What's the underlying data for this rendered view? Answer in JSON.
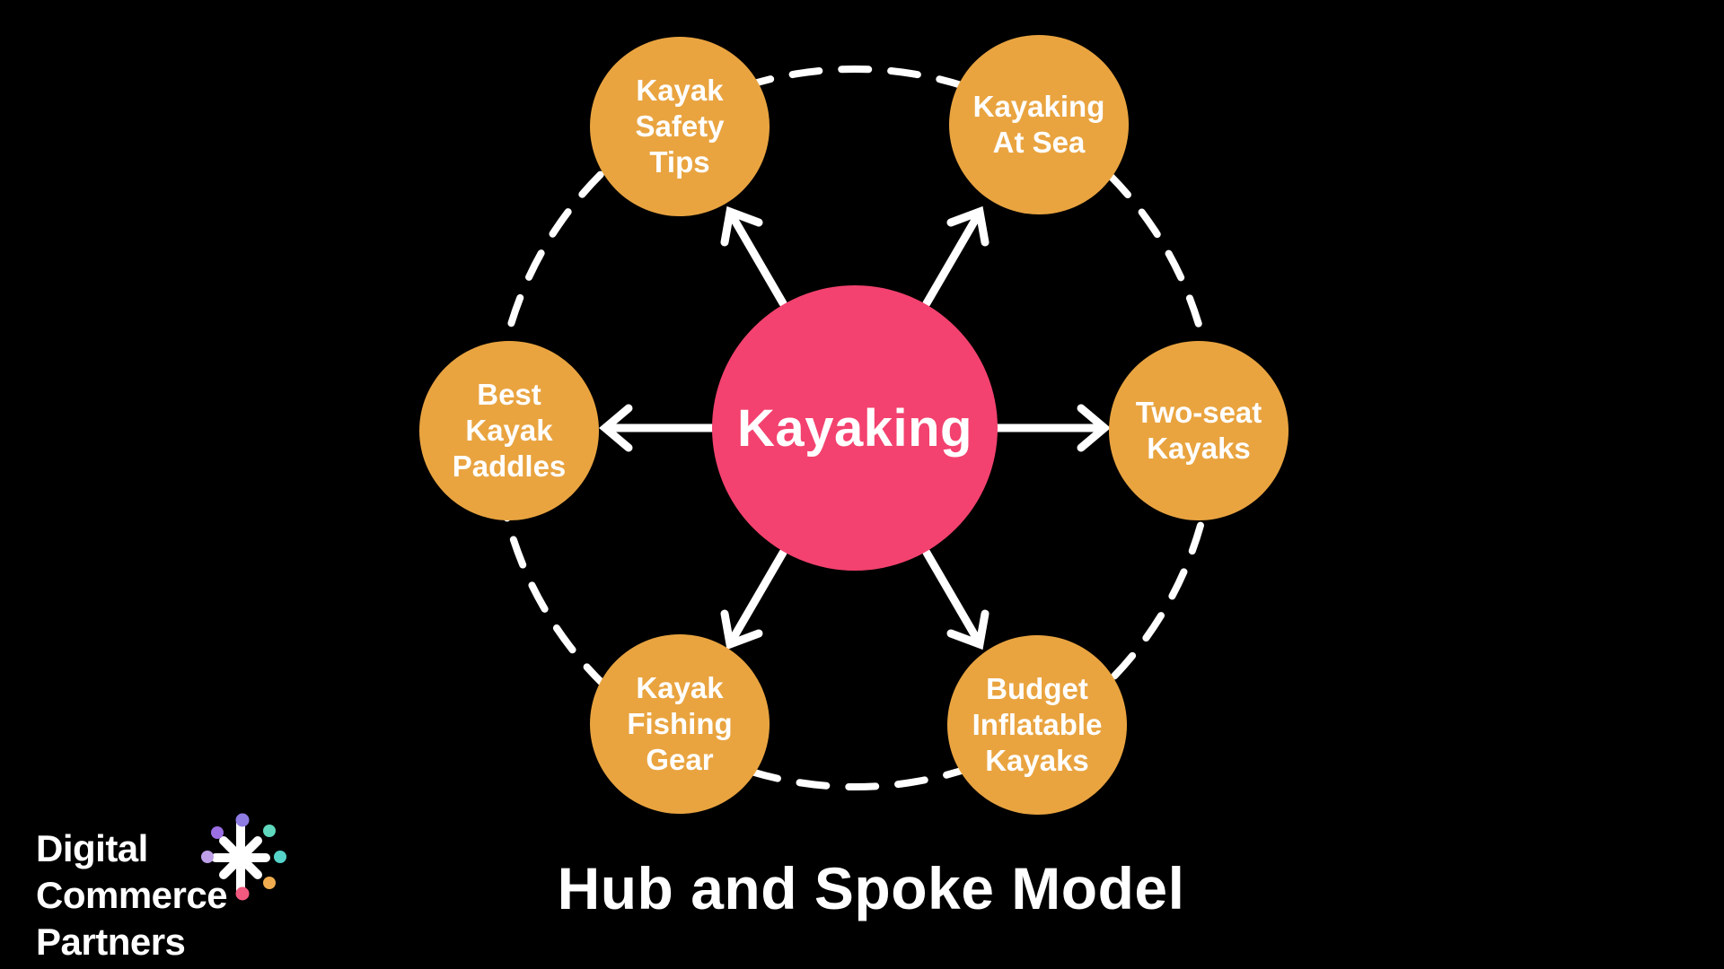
{
  "title": "Hub and Spoke Model",
  "hub": {
    "label": "Kayaking",
    "color": "#F3426F"
  },
  "spokes": [
    {
      "id": "kayak-safety-tips",
      "label": "Kayak Safety Tips",
      "position": "top-left"
    },
    {
      "id": "kayaking-at-sea",
      "label": "Kayaking At Sea",
      "position": "top-right"
    },
    {
      "id": "best-kayak-paddles",
      "label": "Best Kayak Paddles",
      "position": "left"
    },
    {
      "id": "two-seat-kayaks",
      "label": "Two-seat Kayaks",
      "position": "right"
    },
    {
      "id": "kayak-fishing-gear",
      "label": "Kayak Fishing Gear",
      "position": "bottom-left"
    },
    {
      "id": "budget-inflatable-kayaks",
      "label": "Budget Inflatable Kayaks",
      "position": "bottom-right"
    }
  ],
  "spoke_color": "#E9A440",
  "connector_color": "#FFFFFF",
  "background_color": "#000000",
  "logo": {
    "lines": [
      "Digital",
      "Commerce",
      "Partners"
    ],
    "icon": "starburst-asterisk-icon",
    "dot_colors": {
      "top": "#8F7CE3",
      "top_left": "#9C6EE3",
      "top_right": "#5FD8BD",
      "left": "#BE9FE8",
      "right": "#55D3C8",
      "bottom_right": "#F0AC4E",
      "bottom": "#F2597E"
    }
  }
}
